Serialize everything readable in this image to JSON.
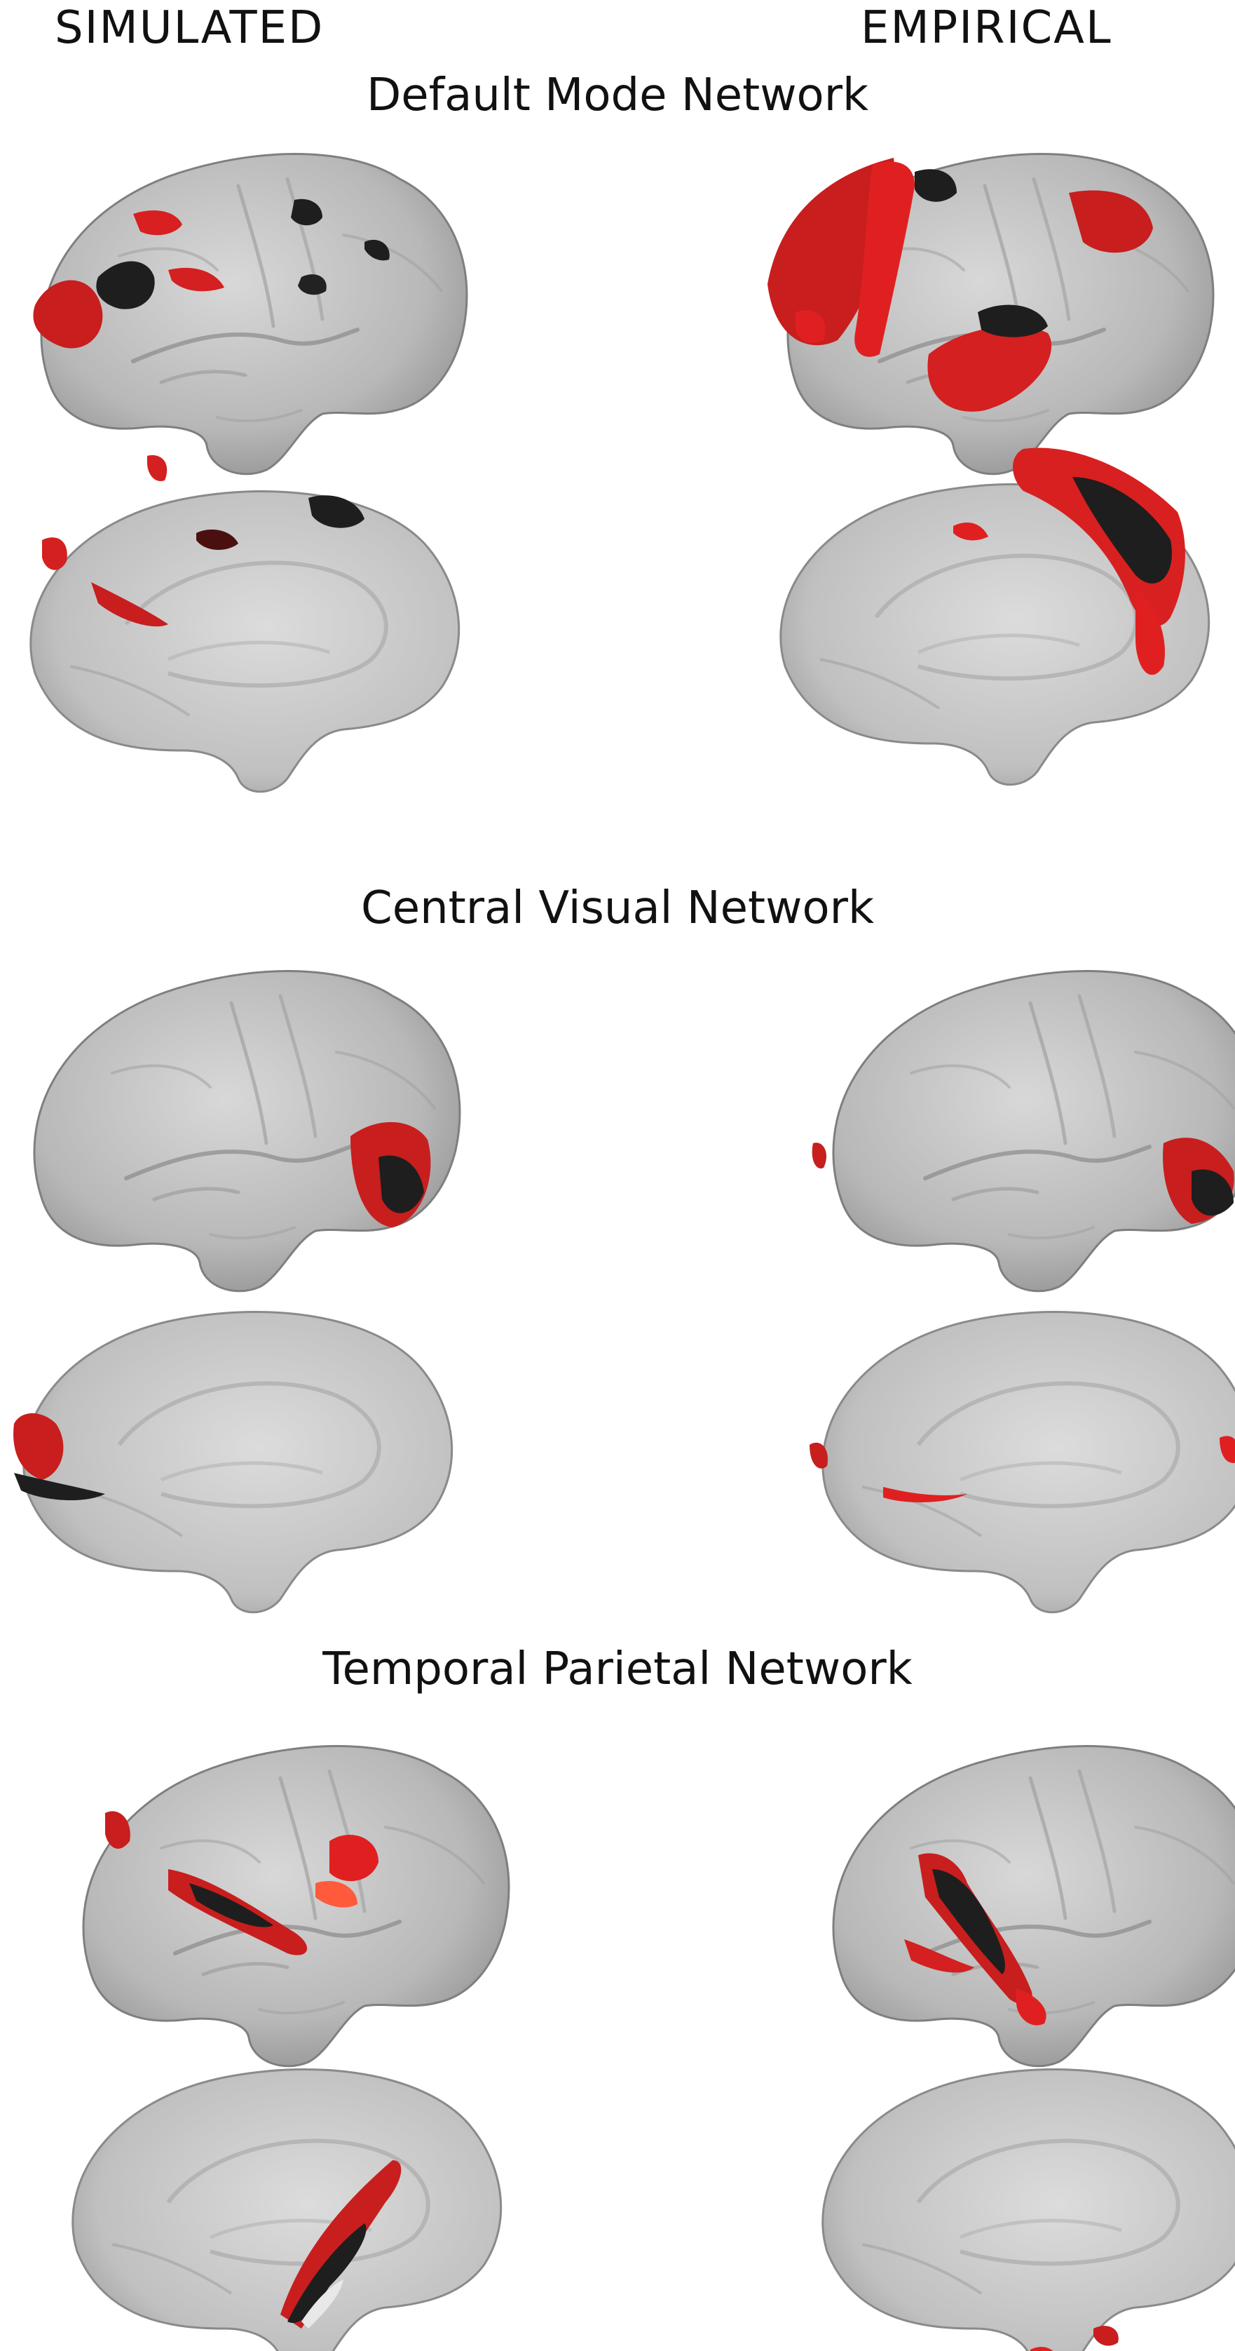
{
  "columns": {
    "simulated": "SIMULATED",
    "empirical": "EMPIRICAL"
  },
  "networks": [
    {
      "title": "Default Mode Network"
    },
    {
      "title": "Central Visual Network"
    },
    {
      "title": "Temporal Parietal Network"
    }
  ],
  "colors": {
    "cortex": "#b9b9b9",
    "cortex_light": "#d6d6d6",
    "activation_red": "#e01e1e",
    "activation_dark": "#1e1e1e"
  }
}
